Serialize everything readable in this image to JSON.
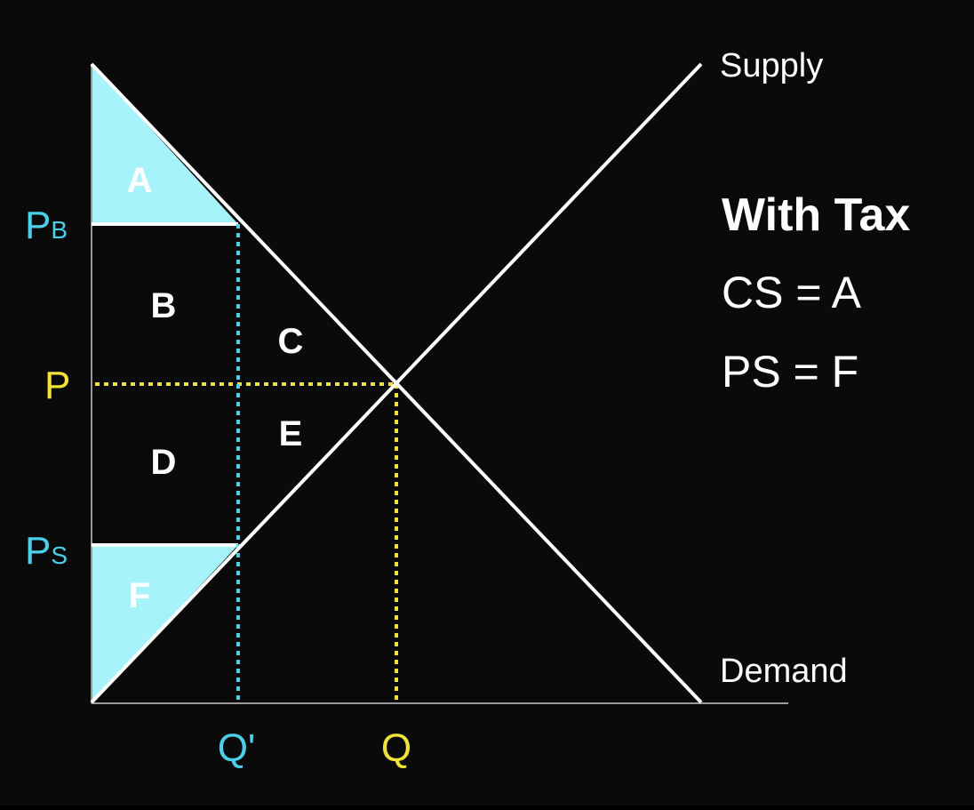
{
  "diagram": {
    "colors": {
      "background": "#0a0a0a",
      "curves": "#ffffff",
      "axes": "#9a9a9a",
      "shaded_fill": "#a6f3fb",
      "tax_price_color": "#4ccfe8",
      "equilibrium_color": "#f0e236"
    },
    "curves": {
      "supply": "Supply",
      "demand": "Demand"
    },
    "regions": {
      "a": "A",
      "b": "B",
      "c": "C",
      "d": "D",
      "e": "E",
      "f": "F"
    },
    "y_axis": {
      "pb_main": "P",
      "pb_sub": "B",
      "p": "P",
      "ps_main": "P",
      "ps_sub": "S"
    },
    "x_axis": {
      "q_prime": "Q'",
      "q": "Q"
    },
    "panel": {
      "title": "With Tax",
      "cs_line": "CS = A",
      "ps_line": "PS = F"
    }
  }
}
